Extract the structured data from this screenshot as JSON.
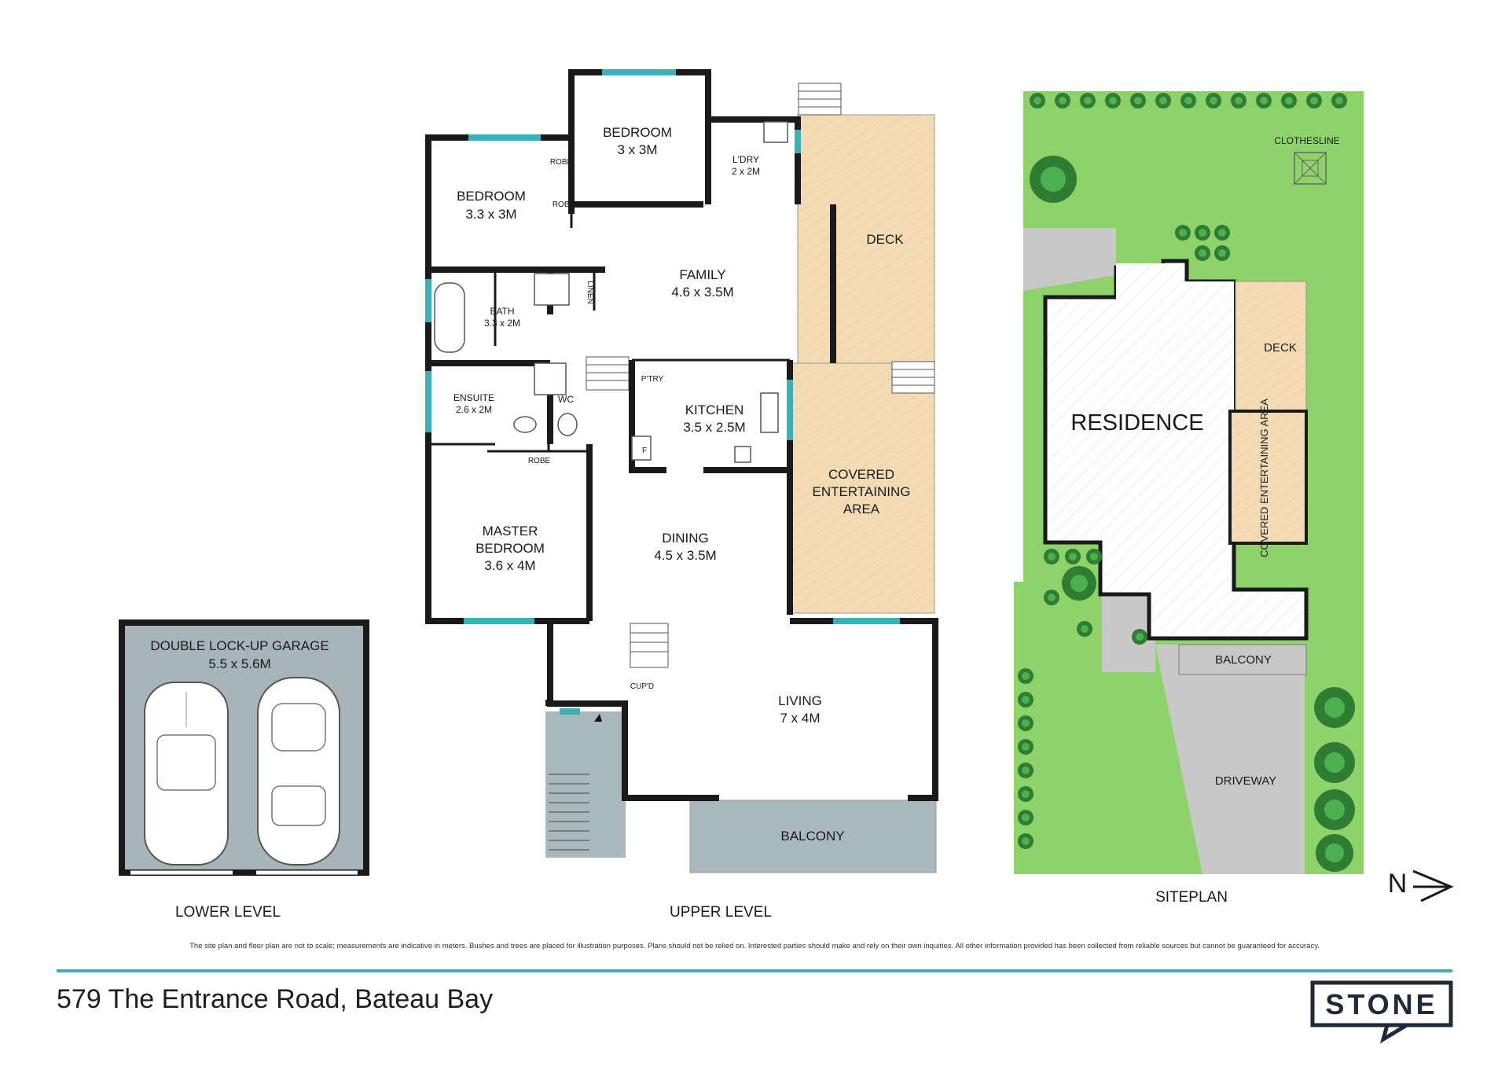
{
  "address": "579 The Entrance Road, Bateau Bay",
  "disclaimer": "The site plan and floor plan are not to scale; measurements are indicative in meters. Bushes and trees are placed for illustration purposes. Plans should not be relied on. Interested parties should make and rely on their own inquiries. All other information provided has been collected from reliable sources but cannot be guaranteed for accuracy.",
  "brand": "STONE",
  "levels": {
    "lower": "LOWER LEVEL",
    "upper": "UPPER LEVEL",
    "site": "SITEPLAN"
  },
  "north_label": "N",
  "garage": {
    "name": "DOUBLE LOCK-UP GARAGE",
    "size": "5.5 x 5.6M"
  },
  "rooms": {
    "bedroom2": {
      "name": "BEDROOM",
      "size": "3 x 3M"
    },
    "bedroom3": {
      "name": "BEDROOM",
      "size": "3.3 x 3M"
    },
    "laundry": {
      "name": "L'DRY",
      "size": "2 x 2M"
    },
    "family": {
      "name": "FAMILY",
      "size": "4.6 x 3.5M"
    },
    "bath": {
      "name": "BATH",
      "size": "3.3 x 2M"
    },
    "ensuite": {
      "name": "ENSUITE",
      "size": "2.6 x 2M"
    },
    "wc": {
      "name": "WC"
    },
    "kitchen": {
      "name": "KITCHEN",
      "size": "3.5 x 2.5M"
    },
    "pantry": {
      "name": "P'TRY"
    },
    "fridge": {
      "name": "F"
    },
    "deck": {
      "name": "DECK"
    },
    "covered": {
      "line1": "COVERED",
      "line2": "ENTERTAINING",
      "line3": "AREA"
    },
    "master": {
      "line1": "MASTER",
      "line2": "BEDROOM",
      "size": "3.6 x 4M"
    },
    "dining": {
      "name": "DINING",
      "size": "4.5 x 3.5M"
    },
    "living": {
      "name": "LIVING",
      "size": "7 x 4M"
    },
    "balcony": {
      "name": "BALCONY"
    },
    "robe": "ROBE",
    "linen": "LINEN",
    "cupd": "CUP'D"
  },
  "site": {
    "residence": "RESIDENCE",
    "deck": "DECK",
    "covered": "COVERED ENTERTAINING AREA",
    "balcony": "BALCONY",
    "driveway": "DRIVEWAY",
    "clothesline": "CLOTHESLINE"
  },
  "colors": {
    "accent": "#3ab0b8",
    "deck": "#f3dcb4",
    "wall": "#1a1a1a",
    "lawn": "#8ed36a",
    "paving": "#c8c8c8",
    "balcony": "#a9b8bd"
  }
}
